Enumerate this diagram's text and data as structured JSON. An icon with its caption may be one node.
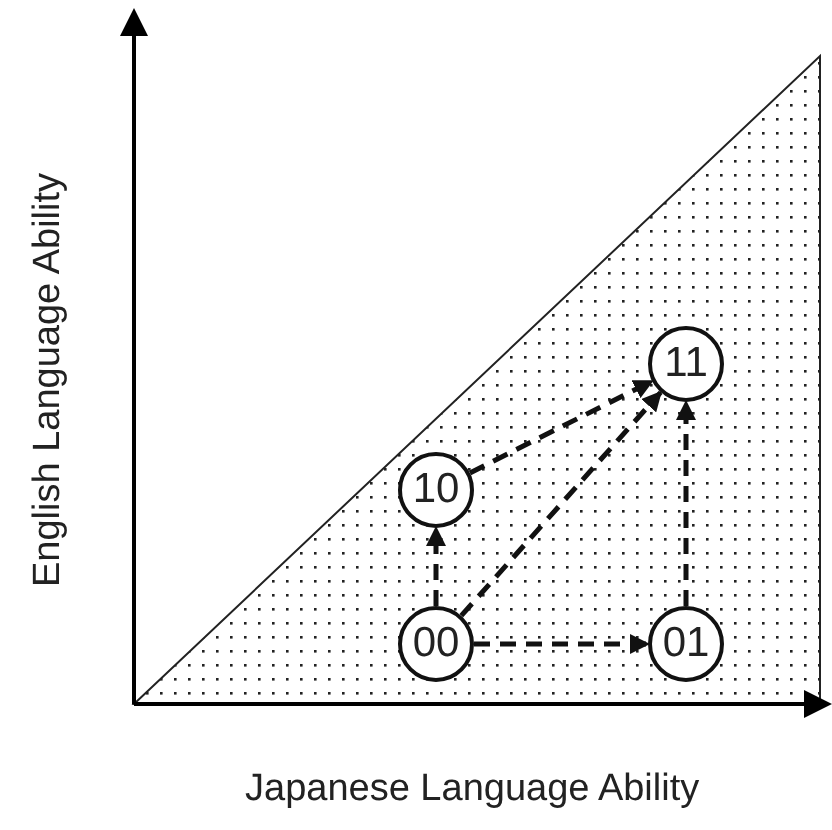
{
  "diagram": {
    "nodes": [
      {
        "text": [
          "11"
        ]
      },
      {
        "text": [
          "10"
        ]
      },
      {
        "text": [
          "00"
        ]
      },
      {
        "text": [
          "01"
        ]
      }
    ],
    "edges": [
      {
        "from": 2,
        "to": 1,
        "arrow": "to",
        "style": "dashed"
      },
      {
        "from": 1,
        "to": 0,
        "arrow": "to",
        "style": "dashed"
      },
      {
        "from": 2,
        "to": 0,
        "arrow": "to",
        "style": "dashed"
      },
      {
        "from": 3,
        "to": 0,
        "arrow": "to",
        "style": "dashed"
      },
      {
        "from": 2,
        "to": 3,
        "arrow": "to",
        "style": "dashed"
      }
    ],
    "labels": [
      "English Language Ability",
      "Japanese Language Ability"
    ]
  }
}
